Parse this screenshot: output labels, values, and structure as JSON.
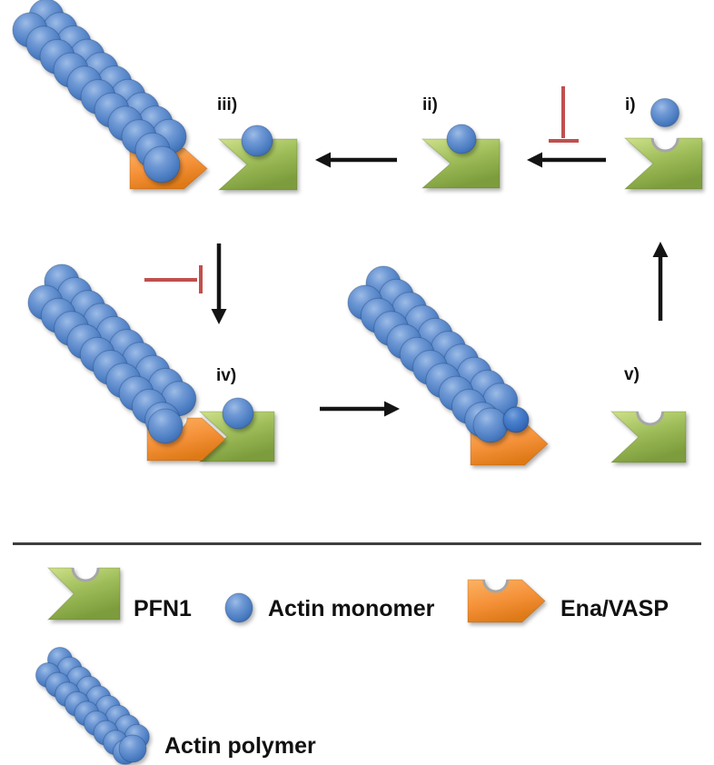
{
  "states": {
    "i": "i)",
    "ii": "ii)",
    "iii": "iii)",
    "iv": "iv)",
    "v": "v)"
  },
  "legend": {
    "pfn1": "PFN1",
    "actin_monomer": "Actin monomer",
    "ena_vasp": "Ena/VASP",
    "actin_polymer": "Actin polymer"
  },
  "colors": {
    "pfn1_green": "#9bbb59",
    "ena_vasp_orange": "#f5923a",
    "actin_blue": "#5b8bd0",
    "actin_new_monomer_blue": "#3a72c2",
    "inhibitor_red": "#c0504d",
    "arrow_black": "#141414"
  }
}
